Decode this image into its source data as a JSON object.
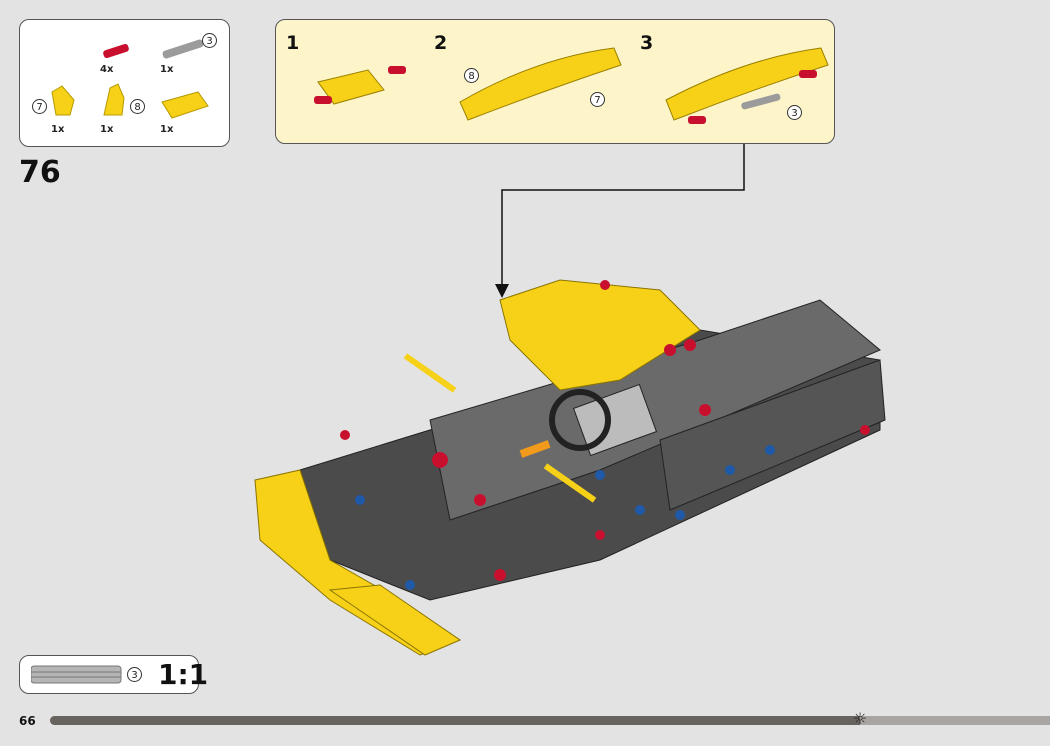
{
  "parts_list": {
    "items": [
      {
        "name": "red-axle-pin",
        "qty": "4x"
      },
      {
        "name": "grey-axle",
        "qty": "1x",
        "size": "3"
      },
      {
        "name": "yellow-connector-left",
        "qty": "1x",
        "size": "7"
      },
      {
        "name": "yellow-connector-right",
        "qty": "1x",
        "size": "8"
      },
      {
        "name": "yellow-panel",
        "qty": "1x"
      }
    ]
  },
  "substeps": [
    {
      "number": "1"
    },
    {
      "number": "2",
      "callouts": [
        "8",
        "7"
      ]
    },
    {
      "number": "3",
      "callouts": [
        "3"
      ]
    }
  ],
  "step_number": "76",
  "scale_box": {
    "axle_size": "3",
    "ratio": "1:1"
  },
  "footer": {
    "page_number": "66",
    "progress": 0.81
  },
  "colors": {
    "background": "#e3e3e3",
    "substep_bg": "#fdf5c9",
    "yellow": "#f7d117",
    "red": "#c8102e",
    "dark_grey": "#4b4b4b",
    "blue": "#1e5aa8"
  }
}
